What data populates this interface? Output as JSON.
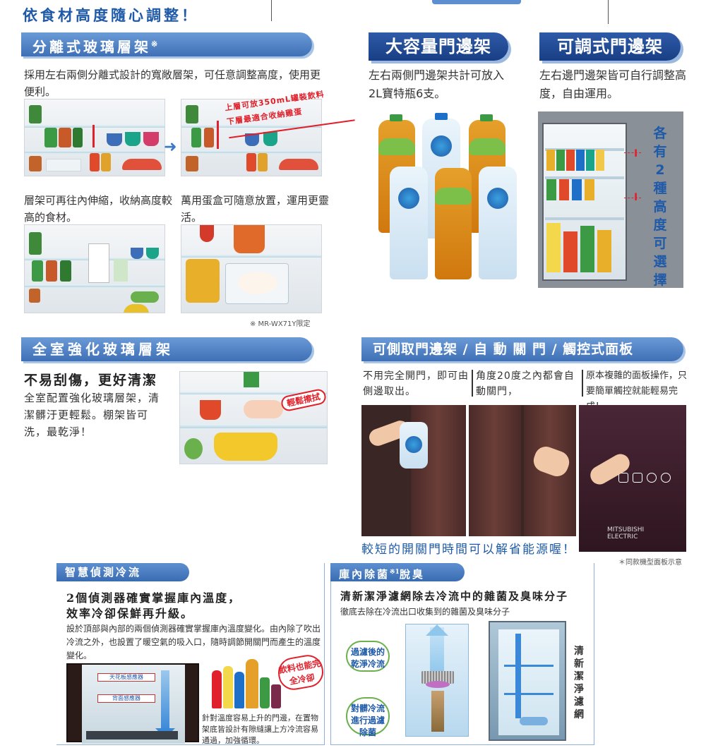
{
  "page": {
    "heading": "依食材高度隨心調整！"
  },
  "sec1": {
    "title": "分離式玻璃層架",
    "title_mark": "※",
    "desc": "採用左右兩側分離式設計的寬敞層架，可任意調整高度，使用更便利。",
    "callout_line1": "上層可放350mL罐裝飲料",
    "callout_line2": "下層最適合收納雞蛋",
    "cap_left": "層架可再往內伸縮，收納高度較高的食材。",
    "cap_right": "萬用蛋盒可隨意放置，運用更靈活。",
    "footnote": "※ MR-WX71Y限定"
  },
  "sec2": {
    "title": "大容量門邊架",
    "desc": "左右兩側門邊架共計可放入2L寶特瓶6支。"
  },
  "sec3": {
    "title": "可調式門邊架",
    "desc": "左右邊門邊架皆可自行調整高度，自由運用。",
    "side_label": "各有2種高度可選擇"
  },
  "sec4": {
    "title": "全室強化玻璃層架",
    "subtitle": "不易刮傷，更好清潔",
    "desc": "全室配置強化玻璃層架，清潔髒汙更輕鬆。棚架皆可洗，最乾淨！",
    "wipe_tag": "輕鬆擦拭"
  },
  "sec5": {
    "title": "可側取門邊架 / 自 動 關 門 / 觸控式面板",
    "col1": "不用完全開門，即可由側邊取出。",
    "col2": "角度20度之內都會自動關門，",
    "col3": "原本複雜的面板操作，只要簡單觸控就能輕易完成！",
    "saving": "較短的開關門時間可以解省能源喔！",
    "panel_brand": "MITSUBISHI ELECTRIC",
    "panel_note": "＊同款機型面板示意"
  },
  "sec6": {
    "title": "智慧偵測冷流",
    "headline1": "2個偵測器確實掌握庫內溫度，",
    "headline2": "效率冷卻保鮮再升級。",
    "desc": "設於頂部與內部的兩個偵測器確實掌握庫內溫度變化。由內除了吹出冷流之外，也設置了暖空氣的吸入口，隨時調節開關門而產生的溫度變化。",
    "sensor_top": "天花板感應器",
    "sensor_back": "背面感應器",
    "drinks_tag": "飲料也能完全冷卻",
    "door_note": "針對溫度容易上升的門邊，在置物架底皆設計有隙縫讓上方冷流容易通過，加強循環。"
  },
  "sec7": {
    "title": "庫內除菌",
    "title_mark": "※1",
    "title_tail": "脫臭",
    "headline": "清新潔淨濾網除去冷流中的雜菌及臭味分子",
    "sub": "徹底去除在冷流出口收集到的雜菌及臭味分子",
    "bubble_top": "過濾後的乾淨冷流",
    "bubble_bottom": "對髒冷流進行過濾除菌",
    "side_label": "清新潔淨濾網"
  },
  "colors": {
    "brand_blue": "#1e5aa8",
    "accent_red": "#e0202a"
  }
}
